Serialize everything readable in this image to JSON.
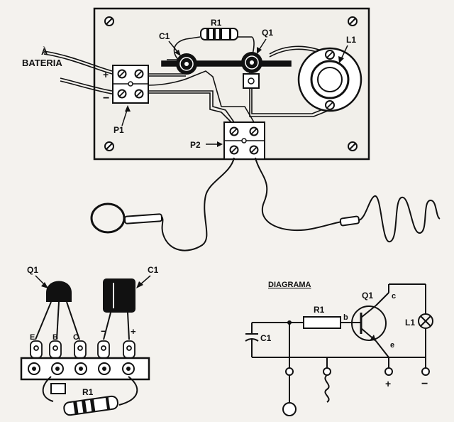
{
  "labels": {
    "battery_line1": "À",
    "battery_line2": "BATERIA",
    "plus": "+",
    "minus": "−",
    "p1": "P1",
    "p2": "P2",
    "r1": "R1",
    "c1": "C1",
    "q1": "Q1",
    "l1": "L1"
  },
  "pinout": {
    "q1": "Q1",
    "c1": "C1",
    "r1": "R1",
    "pins": [
      "E",
      "B",
      "C",
      "−",
      "+"
    ]
  },
  "schematic": {
    "title": "DIAGRAMA",
    "r1": "R1",
    "q1": "Q1",
    "c1": "C1",
    "l1": "L1",
    "b": "b",
    "c": "c",
    "e": "e",
    "plus": "+",
    "minus": "−"
  },
  "colors": {
    "ink": "#111111",
    "board": "#f1efea",
    "paper": "#f4f2ee"
  }
}
